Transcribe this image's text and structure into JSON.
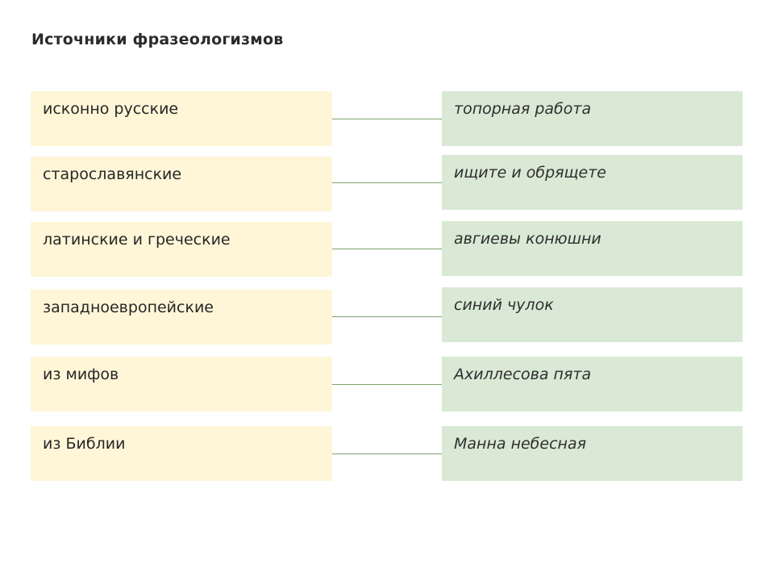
{
  "title": "Источники фразеологизмов",
  "colors": {
    "source_box": "#fff6d8",
    "example_box": "#d9e9d5",
    "connector": "#7fa36a"
  },
  "sources": [
    "исконно русские",
    "старославянские",
    "латинские и греческие",
    "западноевропейские",
    "из мифов",
    "из Библии"
  ],
  "examples": [
    "топорная работа",
    "ищите и обрящете",
    "авгиевы конюшни",
    "синий чулок",
    "Ахиллесова пята",
    "Манна небесная"
  ]
}
